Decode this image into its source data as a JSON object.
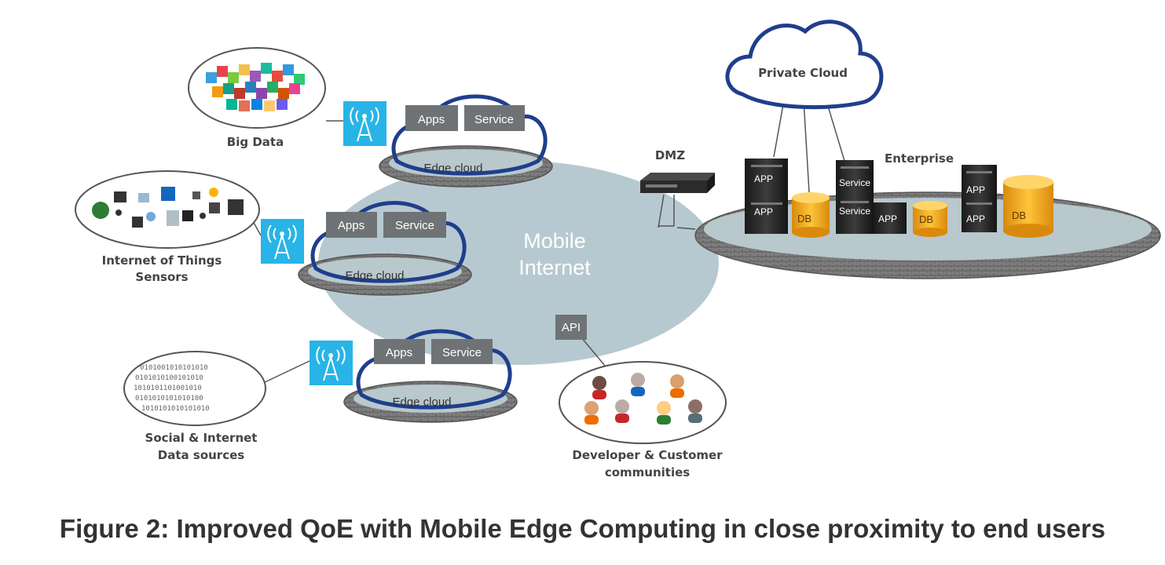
{
  "labels": {
    "big_data": "Big Data",
    "iot_line1": "Internet of Things",
    "iot_line2": "Sensors",
    "social_line1": "Social & Internet",
    "social_line2": "Data sources",
    "dev_line1": "Developer & Customer",
    "dev_line2": "communities",
    "private_cloud": "Private Cloud",
    "dmz": "DMZ",
    "enterprise": "Enterprise",
    "mobile_line1": "Mobile",
    "mobile_line2": "Internet",
    "api": "API"
  },
  "edge_clouds": [
    {
      "apps": "Apps",
      "service": "Service",
      "label": "Edge cloud"
    },
    {
      "apps": "Apps",
      "service": "Service",
      "label": "Edge cloud"
    },
    {
      "apps": "Apps",
      "service": "Service",
      "label": "Edge cloud"
    }
  ],
  "enterprise_items": {
    "app": "APP",
    "db": "DB",
    "service": "Service"
  },
  "binary_text": [
    "0101001010101010",
    "0101010100101010",
    "1010101101001010",
    "0101010101010100",
    "1010101010101010"
  ],
  "caption": "Figure 2: Improved QoE with Mobile Edge Computing in close proximity to end users",
  "colors": {
    "cloud_outline": "#1f3e8c",
    "mobile_internet": "#b7c9d0",
    "tag_bg": "#6f7376",
    "antenna_bg": "#28b4e6",
    "db_gold": "#f2a81c",
    "server_dark": "#2a2a2a"
  }
}
